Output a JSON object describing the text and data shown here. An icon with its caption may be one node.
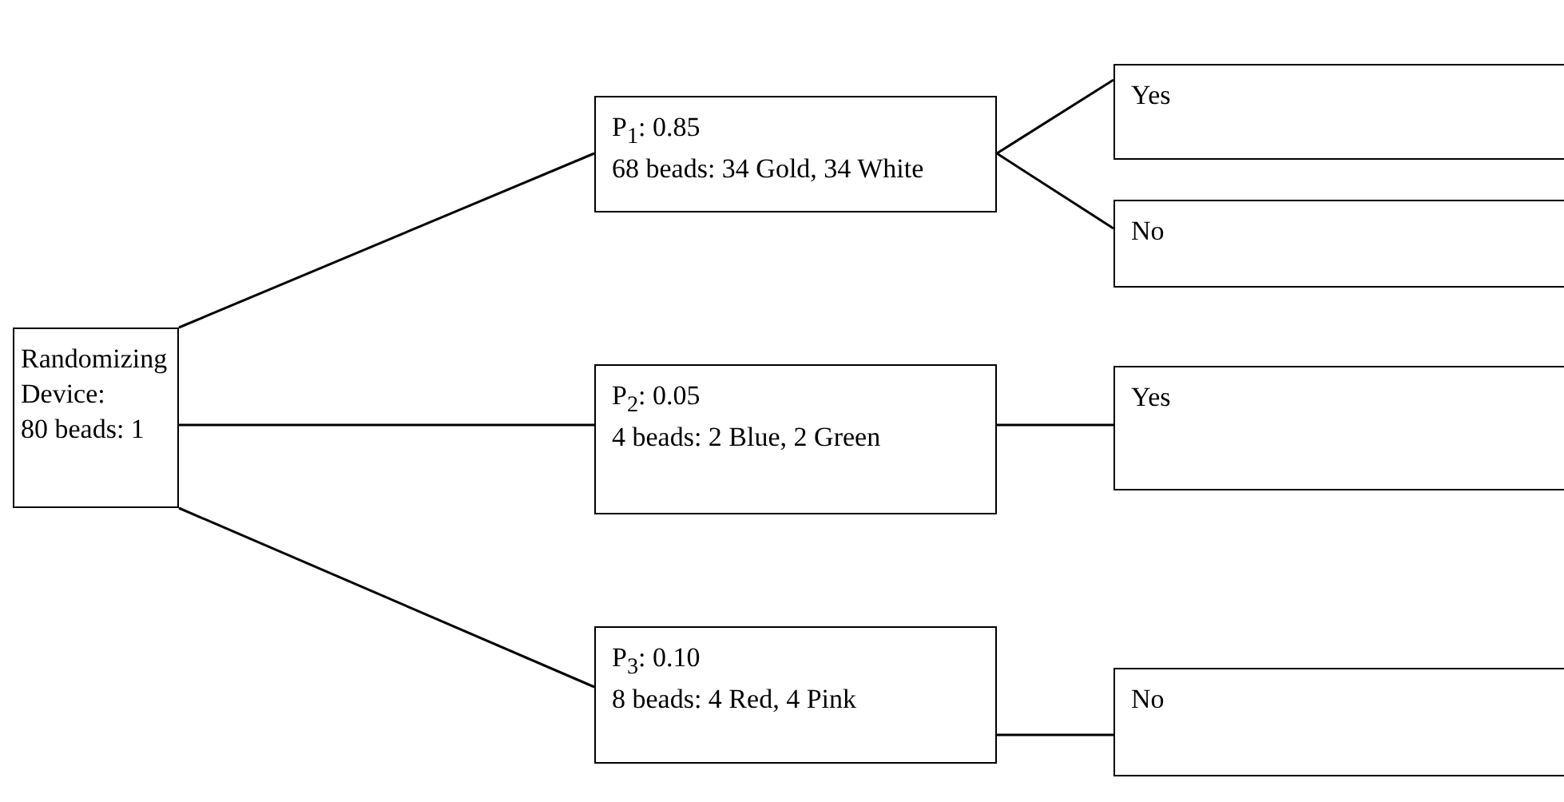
{
  "diagram": {
    "nodes": [
      {
        "text": [
          "Randomizing Device:",
          "80 beads: 1"
        ]
      },
      {
        "text": [
          "P$_{1}$: 0.85",
          "68 beads: 34 Gold, 34 White"
        ]
      },
      {
        "text": [
          "P$_{2}$: 0.05",
          "4 beads: 2 Blue, 2 Green"
        ]
      },
      {
        "text": [
          "P$_{3}$: 0.10",
          "8 beads: 4 Red, 4 Pink"
        ]
      },
      {
        "text": [
          "Yes"
        ]
      },
      {
        "text": [
          "No"
        ]
      },
      {
        "text": [
          "Yes"
        ]
      },
      {
        "text": [
          "No"
        ]
      }
    ],
    "edges": [
      {
        "from": 0,
        "to": 1,
        "arrow": "none"
      },
      {
        "from": 0,
        "to": 2,
        "arrow": "none"
      },
      {
        "from": 0,
        "to": 3,
        "arrow": "none"
      },
      {
        "from": 1,
        "to": 4,
        "arrow": "none"
      },
      {
        "from": 1,
        "to": 5,
        "arrow": "none"
      },
      {
        "from": 2,
        "to": 6,
        "arrow": "none"
      },
      {
        "from": 3,
        "to": 7,
        "arrow": "none"
      }
    ]
  }
}
